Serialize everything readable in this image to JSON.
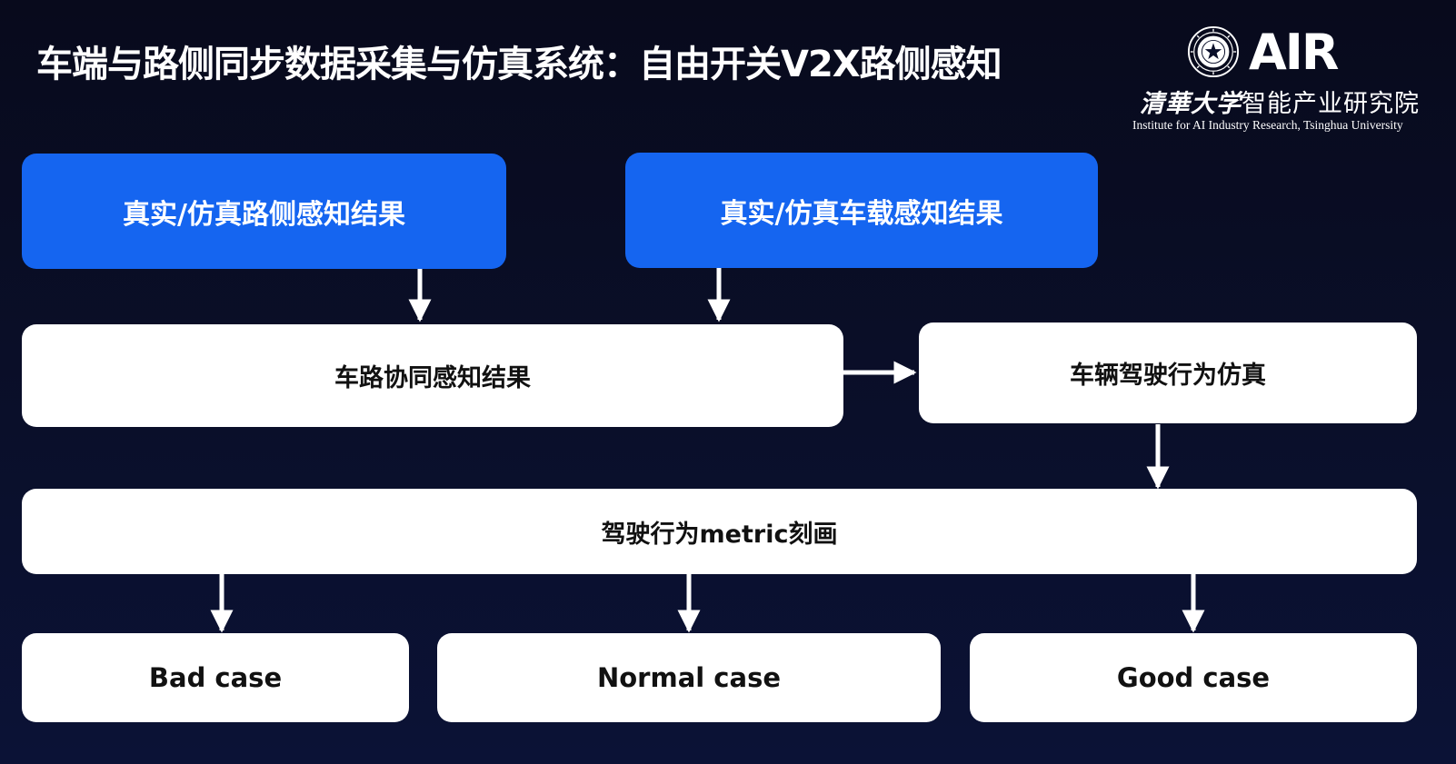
{
  "title": "车端与路侧同步数据采集与仿真系统：自由开关V2X路侧感知",
  "logo": {
    "brand": "AIR",
    "institute_cn_calligraphy": "清華大学",
    "institute_cn_name": "智能产业研究院",
    "institute_en": "Institute for AI Industry Research, Tsinghua University"
  },
  "nodes": {
    "roadside_perception": "真实/仿真路侧感知结果",
    "vehicle_perception": "真实/仿真车载感知结果",
    "cooperative_perception": "车路协同感知结果",
    "driving_simulation": "车辆驾驶行为仿真",
    "metric": "驾驶行为metric刻画",
    "bad_case": "Bad case",
    "normal_case": "Normal case",
    "good_case": "Good case"
  },
  "colors": {
    "background": "#0a0f2a",
    "accent_blue": "#1565f0",
    "box_white": "#ffffff"
  }
}
